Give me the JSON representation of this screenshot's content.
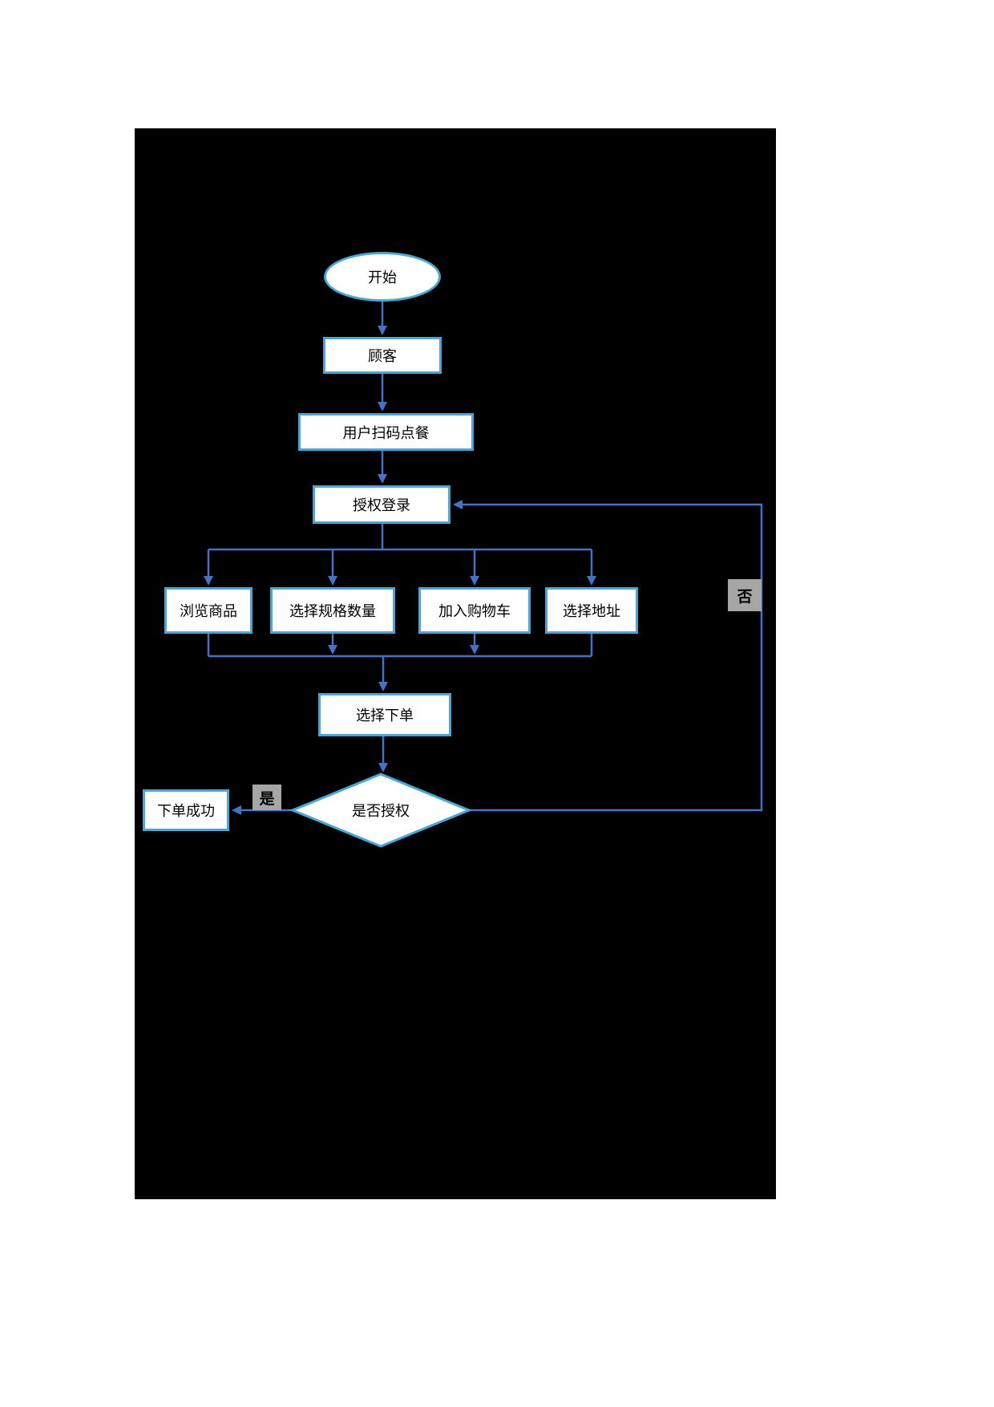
{
  "flowchart": {
    "nodes": {
      "start": {
        "label": "开始",
        "shape": "ellipse"
      },
      "customer": {
        "label": "顾客",
        "shape": "rect"
      },
      "scan_order": {
        "label": "用户扫码点餐",
        "shape": "rect"
      },
      "auth_login": {
        "label": "授权登录",
        "shape": "rect"
      },
      "browse_goods": {
        "label": "浏览商品",
        "shape": "rect"
      },
      "select_spec_qty": {
        "label": "选择规格数量",
        "shape": "rect"
      },
      "add_to_cart": {
        "label": "加入购物车",
        "shape": "rect"
      },
      "select_address": {
        "label": "选择地址",
        "shape": "rect"
      },
      "place_order": {
        "label": "选择下单",
        "shape": "rect"
      },
      "is_authorized": {
        "label": "是否授权",
        "shape": "diamond"
      },
      "order_success": {
        "label": "下单成功",
        "shape": "rect"
      }
    },
    "edge_labels": {
      "yes": "是",
      "no": "否"
    },
    "edges": [
      {
        "from": "start",
        "to": "customer"
      },
      {
        "from": "customer",
        "to": "scan_order"
      },
      {
        "from": "scan_order",
        "to": "auth_login"
      },
      {
        "from": "auth_login",
        "to": "browse_goods"
      },
      {
        "from": "auth_login",
        "to": "select_spec_qty"
      },
      {
        "from": "auth_login",
        "to": "add_to_cart"
      },
      {
        "from": "auth_login",
        "to": "select_address"
      },
      {
        "from": "browse_goods",
        "to": "place_order"
      },
      {
        "from": "select_spec_qty",
        "to": "place_order"
      },
      {
        "from": "add_to_cart",
        "to": "place_order"
      },
      {
        "from": "select_address",
        "to": "place_order"
      },
      {
        "from": "place_order",
        "to": "is_authorized"
      },
      {
        "from": "is_authorized",
        "to": "order_success",
        "label": "是"
      },
      {
        "from": "is_authorized",
        "to": "auth_login",
        "label": "否"
      }
    ],
    "colors": {
      "canvas_bg": "#000000",
      "node_fill": "#FFFFFF",
      "node_border": "#4AA6D5",
      "connector": "#4472C4",
      "edge_label_bg": "#A6A6A6",
      "text": "#000000"
    }
  }
}
